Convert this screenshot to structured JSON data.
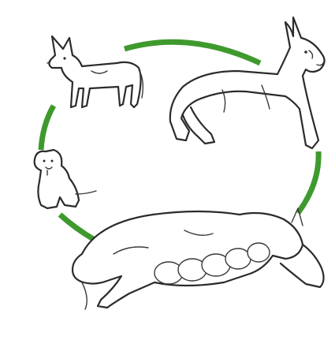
{
  "diagram": {
    "type": "life-cycle",
    "colors": {
      "cycle_arrow": "#3f9a2e",
      "line_art": "#2b2b2b",
      "background": "#ffffff"
    },
    "stages": [
      {
        "id": "young-dog",
        "icon": "young-dog-illustration"
      },
      {
        "id": "adult-dog",
        "icon": "adult-dog-illustration"
      },
      {
        "id": "mother-nursing-puppies",
        "icon": "nursing-dog-illustration"
      },
      {
        "id": "puppy",
        "icon": "puppy-illustration"
      }
    ]
  }
}
